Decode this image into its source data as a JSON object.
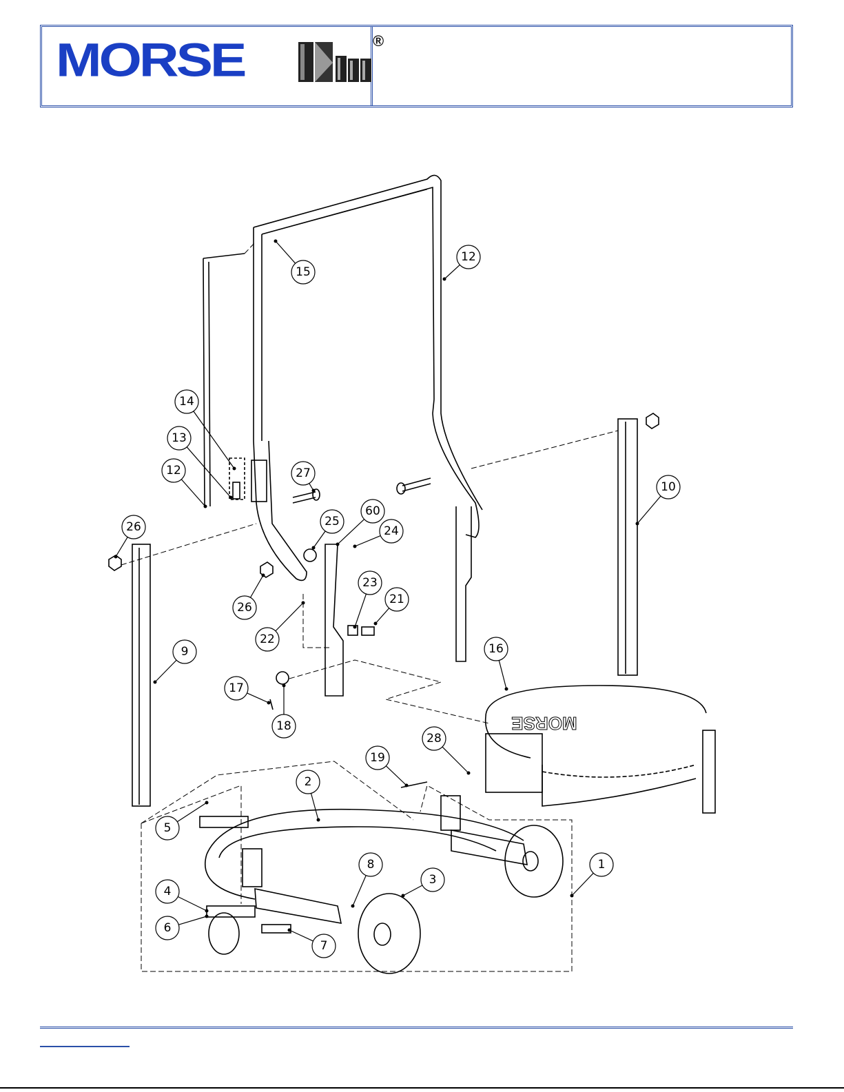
{
  "brand": {
    "name": "MORSE",
    "registered_mark": "®",
    "logo_icon": "morse-drum-logo-icon"
  },
  "colors": {
    "brand_blue": "#1a3fc4",
    "rule_blue": "#2a4fa8",
    "line": "#000000"
  },
  "diagram": {
    "band_lettering": "MORSE",
    "callouts": [
      "1",
      "2",
      "3",
      "4",
      "5",
      "6",
      "7",
      "8",
      "9",
      "10",
      "12",
      "12",
      "13",
      "14",
      "15",
      "16",
      "17",
      "18",
      "19",
      "21",
      "22",
      "23",
      "24",
      "25",
      "26",
      "26",
      "27",
      "28",
      "60"
    ]
  }
}
